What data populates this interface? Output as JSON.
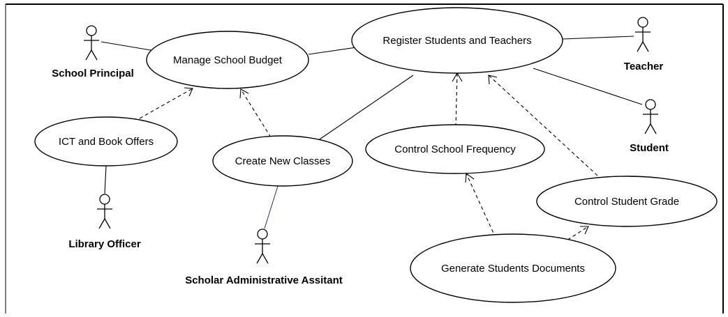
{
  "actors": [
    {
      "id": "school-principal",
      "name": "School Principal"
    },
    {
      "id": "teacher",
      "name": "Teacher"
    },
    {
      "id": "student",
      "name": "Student"
    },
    {
      "id": "library-officer",
      "name": "Library Officer"
    },
    {
      "id": "scholar-admin",
      "name": "Scholar Administrative Assitant"
    }
  ],
  "use_cases": [
    {
      "id": "manage-budget",
      "name": "Manage School Budget"
    },
    {
      "id": "register",
      "name": "Register Students and Teachers"
    },
    {
      "id": "ict-book",
      "name": "ICT and Book Offers"
    },
    {
      "id": "create-classes",
      "name": "Create New Classes"
    },
    {
      "id": "control-frequency",
      "name": "Control School Frequency"
    },
    {
      "id": "control-grade",
      "name": "Control Student Grade"
    },
    {
      "id": "generate-docs",
      "name": "Generate Students Documents"
    }
  ],
  "associations": [
    {
      "from": "school-principal",
      "to": "manage-budget"
    },
    {
      "from": "manage-budget",
      "to": "register"
    },
    {
      "from": "register",
      "to": "teacher"
    },
    {
      "from": "register",
      "to": "student"
    },
    {
      "from": "create-classes",
      "to": "register"
    },
    {
      "from": "ict-book",
      "to": "library-officer"
    },
    {
      "from": "create-classes",
      "to": "scholar-admin"
    }
  ],
  "dependencies": [
    {
      "from": "ict-book",
      "to": "manage-budget"
    },
    {
      "from": "create-classes",
      "to": "manage-budget"
    },
    {
      "from": "control-frequency",
      "to": "register"
    },
    {
      "from": "control-grade",
      "to": "register"
    },
    {
      "from": "generate-docs",
      "to": "control-frequency"
    },
    {
      "from": "generate-docs",
      "to": "control-grade"
    }
  ]
}
